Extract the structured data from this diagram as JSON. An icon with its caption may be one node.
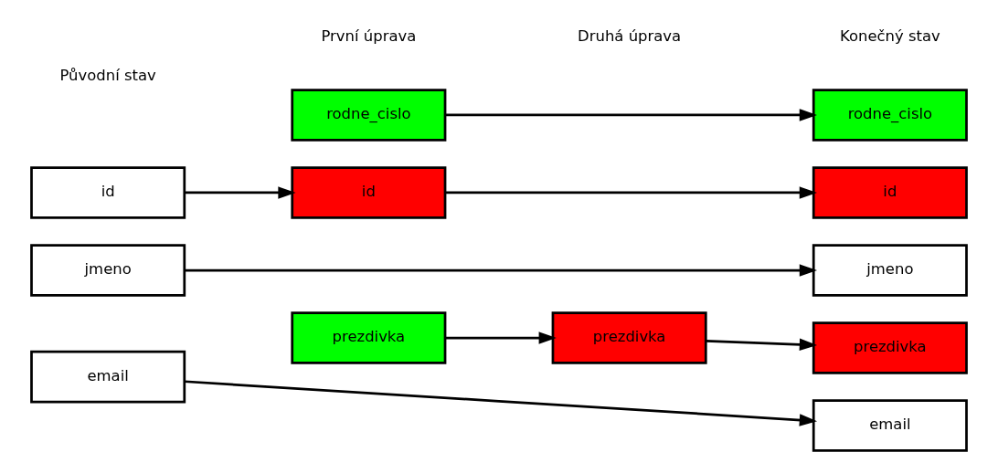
{
  "diagram": {
    "nodes": [
      {
        "text": [
          "rodne_cislo"
        ]
      },
      {
        "text": [
          "rodne_cislo"
        ]
      },
      {
        "text": [
          "id"
        ]
      },
      {
        "text": [
          "id"
        ]
      },
      {
        "text": [
          "id"
        ]
      },
      {
        "text": [
          "jmeno"
        ]
      },
      {
        "text": [
          "jmeno"
        ]
      },
      {
        "text": [
          "prezdivka"
        ]
      },
      {
        "text": [
          "prezdivka"
        ]
      },
      {
        "text": [
          "prezdivka"
        ]
      },
      {
        "text": [
          "email"
        ]
      },
      {
        "text": [
          "email"
        ]
      }
    ],
    "edges": [
      {
        "from": 0,
        "to": 1,
        "arrow": "to"
      },
      {
        "from": 2,
        "to": 3,
        "arrow": "to"
      },
      {
        "from": 3,
        "to": 4,
        "arrow": "to"
      },
      {
        "from": 5,
        "to": 6,
        "arrow": "to"
      },
      {
        "from": 7,
        "to": 8,
        "arrow": "to"
      },
      {
        "from": 8,
        "to": 9,
        "arrow": "to"
      },
      {
        "from": 10,
        "to": 11,
        "arrow": "to"
      }
    ],
    "labels": [
      "Původní stav",
      "První úprava",
      "Druhá úprava",
      "Konečný stav"
    ]
  }
}
